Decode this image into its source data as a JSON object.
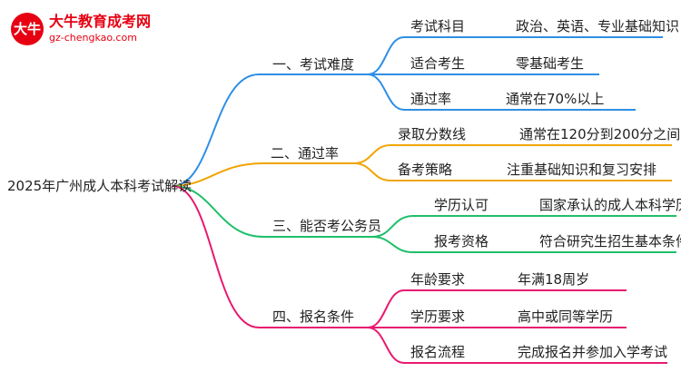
{
  "logo": {
    "badge_text": "大牛",
    "name": "大牛教育成考网",
    "url": "gz-chengkao.com"
  },
  "root": "2025年广州成人本科考试解读",
  "branches": [
    {
      "label": "一、考试难度",
      "color": "#2e8fe6",
      "children": [
        {
          "label": "考试科目",
          "value": "政治、英语、专业基础知识"
        },
        {
          "label": "适合考生",
          "value": "零基础考生"
        },
        {
          "label": "通过率",
          "value": "通常在70%以上"
        }
      ]
    },
    {
      "label": "二、通过率",
      "color": "#f0a500",
      "children": [
        {
          "label": "录取分数线",
          "value": "通常在120分到200分之间"
        },
        {
          "label": "备考策略",
          "value": "注重基础知识和复习安排"
        }
      ]
    },
    {
      "label": "三、能否考公务员",
      "color": "#1fbf6a",
      "children": [
        {
          "label": "学历认可",
          "value": "国家承认的成人本科学历"
        },
        {
          "label": "报考资格",
          "value": "符合研究生招生基本条件"
        }
      ]
    },
    {
      "label": "四、报名条件",
      "color": "#e8196f",
      "children": [
        {
          "label": "年龄要求",
          "value": "年满18周岁"
        },
        {
          "label": "学历要求",
          "value": "高中或同等学历"
        },
        {
          "label": "报名流程",
          "value": "完成报名并参加入学考试"
        }
      ]
    }
  ]
}
